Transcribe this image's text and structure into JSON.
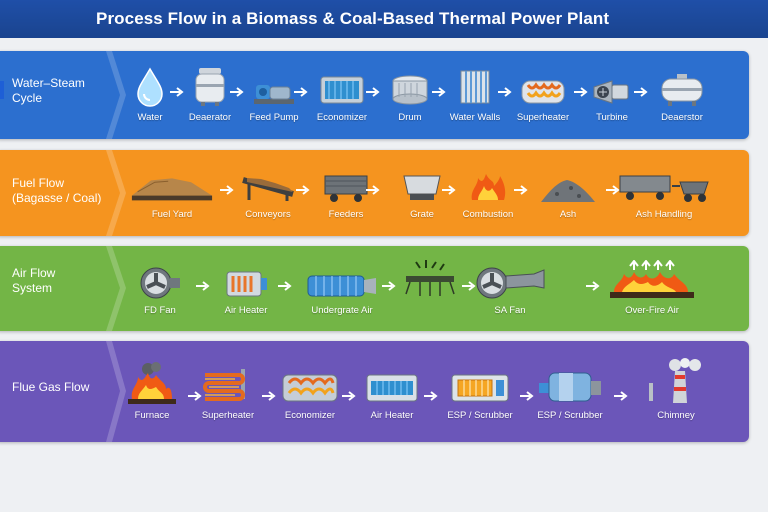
{
  "title": "Process Flow in a Biomass & Coal-Based Thermal Power Plant",
  "colors": {
    "water": "#2c6fcf",
    "fuel": "#f5941f",
    "air": "#73b546",
    "flue": "#6b56b9",
    "title": "#1f4fa8"
  },
  "water_steam": {
    "label_line1": "Water–Steam",
    "label_line2": "Cycle",
    "nodes": [
      {
        "label": "Water",
        "icon": "water-drop-icon"
      },
      {
        "label": "Deaerator",
        "icon": "deaerator-tank-icon"
      },
      {
        "label": "Feed Pump",
        "icon": "pump-icon"
      },
      {
        "label": "Economizer",
        "icon": "economizer-icon"
      },
      {
        "label": "Drum",
        "icon": "drum-icon"
      },
      {
        "label": "Water Walls",
        "icon": "water-walls-icon"
      },
      {
        "label": "Superheater",
        "icon": "superheater-coil-icon"
      },
      {
        "label": "Turbine",
        "icon": "turbine-icon"
      },
      {
        "label": "Deaerstor",
        "icon": "deaerator-tank-icon"
      }
    ]
  },
  "fuel": {
    "label_line1": "Fuel Flow",
    "label_line2": "(Bagasse / Coal)",
    "nodes": [
      {
        "label": "Fuel Yard",
        "icon": "fuel-yard-icon"
      },
      {
        "label": "Conveyors",
        "icon": "conveyor-icon"
      },
      {
        "label": "Feeders",
        "icon": "feeder-cart-icon"
      },
      {
        "label": "Grate",
        "icon": "grate-icon"
      },
      {
        "label": "Combustion",
        "icon": "flame-icon"
      },
      {
        "label": "Ash",
        "icon": "ash-pile-icon"
      },
      {
        "label": "Ash Handling",
        "icon": "ash-cart-icon"
      }
    ]
  },
  "air": {
    "label_line1": "Air Flow",
    "label_line2": "System",
    "nodes": [
      {
        "label": "FD Fan",
        "icon": "fan-icon"
      },
      {
        "label": "Air Heater",
        "icon": "air-heater-icon"
      },
      {
        "label": "Undergrate Air",
        "icon": "undergrate-air-icon"
      },
      {
        "label": "",
        "icon": "grate-airflow-icon"
      },
      {
        "label": "SA Fan",
        "icon": "sa-fan-icon"
      },
      {
        "label": "Over-Fire Air",
        "icon": "over-fire-air-icon"
      }
    ]
  },
  "flue": {
    "label_line1": "Flue Gas Flow",
    "nodes": [
      {
        "label": "Furnace",
        "icon": "furnace-icon"
      },
      {
        "label": "Superheater",
        "icon": "superheater-coil-icon"
      },
      {
        "label": "Economizer",
        "icon": "economizer-coil-icon"
      },
      {
        "label": "Air Heater",
        "icon": "air-heater-icon"
      },
      {
        "label": "ESP / Scrubber",
        "icon": "esp-icon"
      },
      {
        "label": "ESP / Scrubber",
        "icon": "scrubber-icon"
      },
      {
        "label": "Chimney",
        "icon": "chimney-icon"
      }
    ]
  }
}
